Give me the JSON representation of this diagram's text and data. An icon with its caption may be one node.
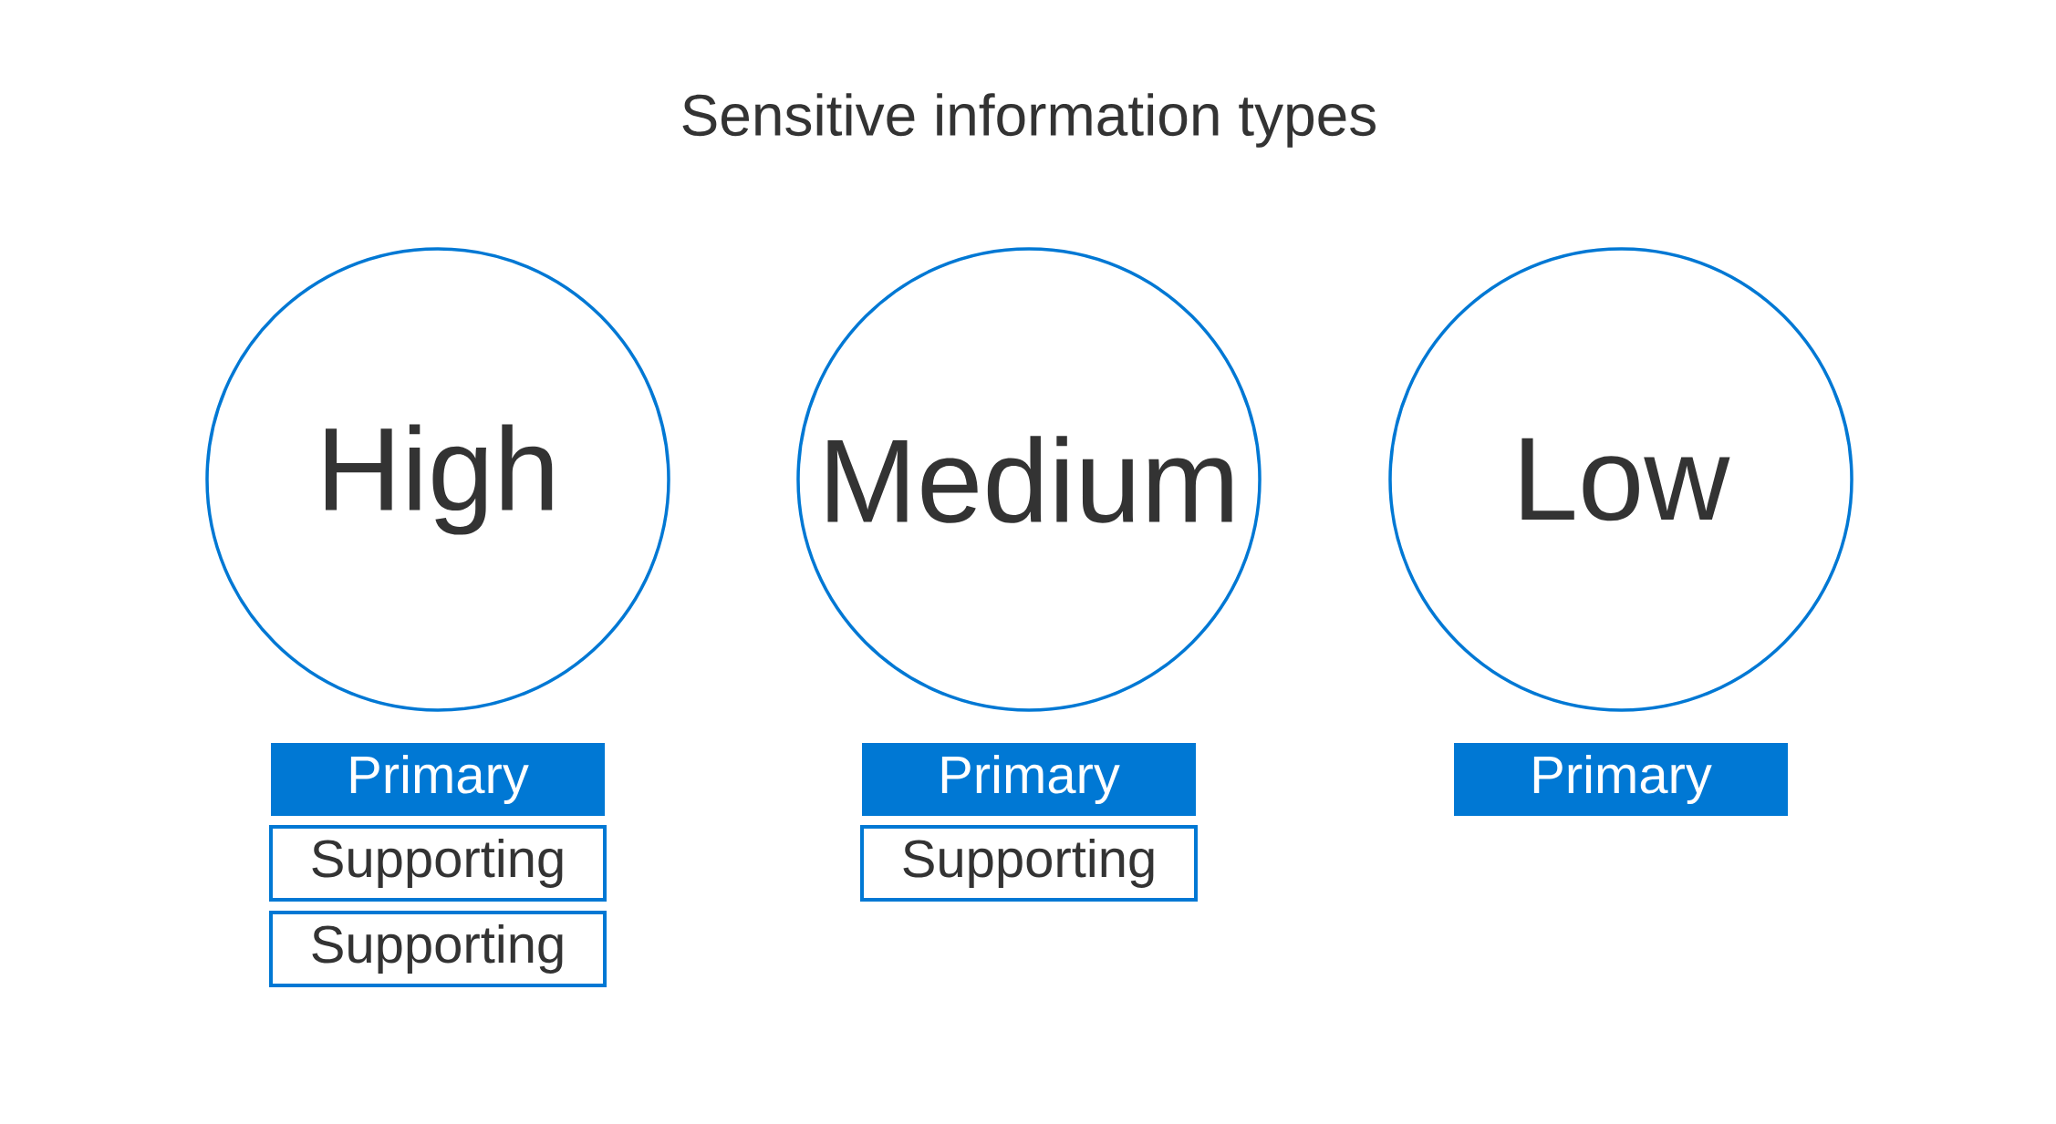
{
  "diagram": {
    "title": "Sensitive information types",
    "nodes": [
      {
        "text": [
          "High"
        ]
      },
      {
        "text": [
          "Medium"
        ]
      },
      {
        "text": [
          "Low"
        ]
      },
      {
        "text": [
          "Primary"
        ]
      },
      {
        "text": [
          "Supporting"
        ]
      },
      {
        "text": [
          "Supporting"
        ]
      },
      {
        "text": [
          "Primary"
        ]
      },
      {
        "text": [
          "Supporting"
        ]
      },
      {
        "text": [
          "Primary"
        ]
      }
    ]
  }
}
